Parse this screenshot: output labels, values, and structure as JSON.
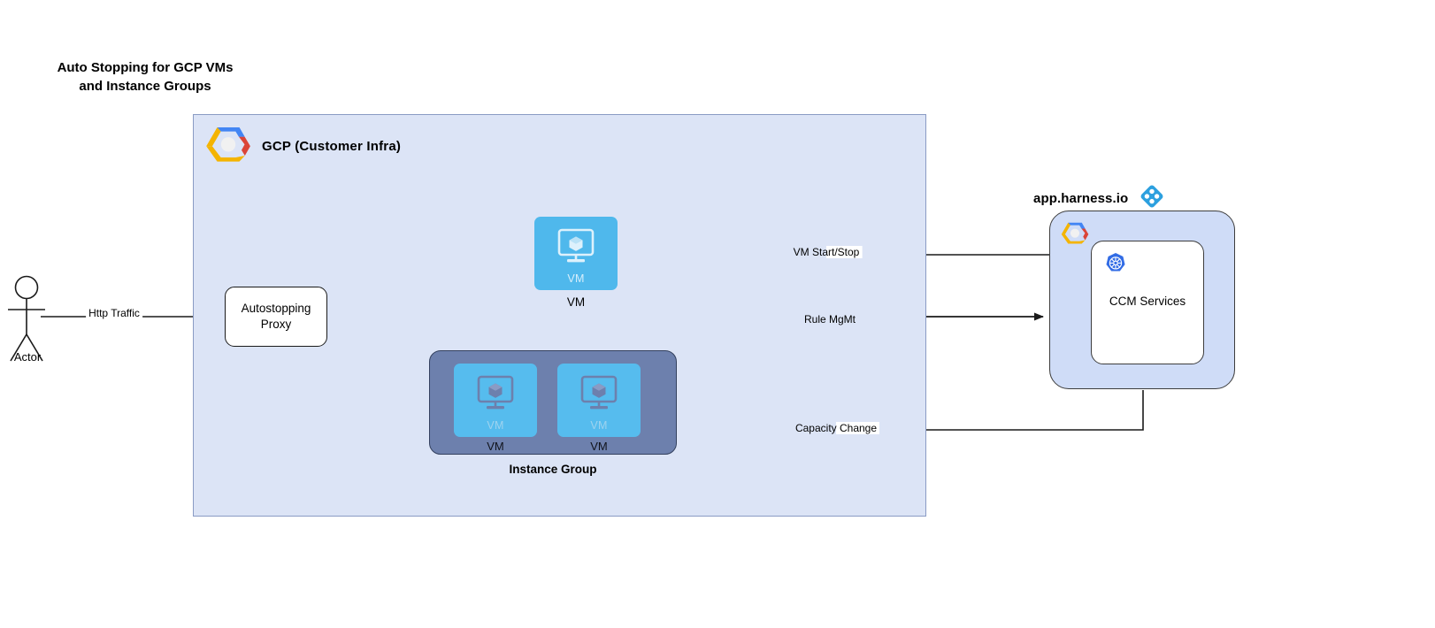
{
  "diagram": {
    "title": "Auto Stopping for GCP VMs\nand Instance Groups",
    "actor": {
      "label": "Actor",
      "icon": "stick-figure-actor-icon"
    },
    "gcp_container": {
      "label": "GCP (Customer Infra)",
      "icon": "gcp-logo-icon",
      "background": "#dce4f6",
      "border": "#8a9bc4"
    },
    "proxy": {
      "label": "Autostopping\nProxy"
    },
    "vm": {
      "inner_label": "VM",
      "caption": "VM",
      "icon": "vm-monitor-cube-icon",
      "color": "#4fb8ec"
    },
    "instance_group": {
      "caption": "Instance Group",
      "color": "#6d80ad",
      "vms": [
        {
          "inner_label": "VM",
          "caption": "VM",
          "icon": "vm-monitor-cube-icon"
        },
        {
          "inner_label": "VM",
          "caption": "VM",
          "icon": "vm-monitor-cube-icon"
        }
      ]
    },
    "harness": {
      "title": "app.harness.io",
      "logo_icon": "harness-diamond-logo-icon",
      "gcp_mini_icon": "gcp-logo-icon",
      "service": {
        "label": "CCM Services",
        "icon": "kubernetes-helm-icon"
      },
      "panel_color": "#cfdcf7"
    },
    "edges": [
      {
        "label": "Http Traffic",
        "from": "actor",
        "to": "proxy"
      },
      {
        "label": "VM Start/Stop",
        "from": "harness",
        "to": "vm"
      },
      {
        "label": "Rule MgMt",
        "from": "proxy",
        "to": "harness"
      },
      {
        "label": "Capacity Change",
        "from": "harness",
        "to": "instance-group"
      }
    ]
  },
  "colors": {
    "gcp_blue": "#4285f4",
    "gcp_red": "#db4437",
    "gcp_yellow": "#f4b400",
    "harness_blue": "#2ca0df",
    "k8s_blue": "#326ce5",
    "vm_blue": "#4fb8ec",
    "group_gray": "#6d80ad"
  }
}
